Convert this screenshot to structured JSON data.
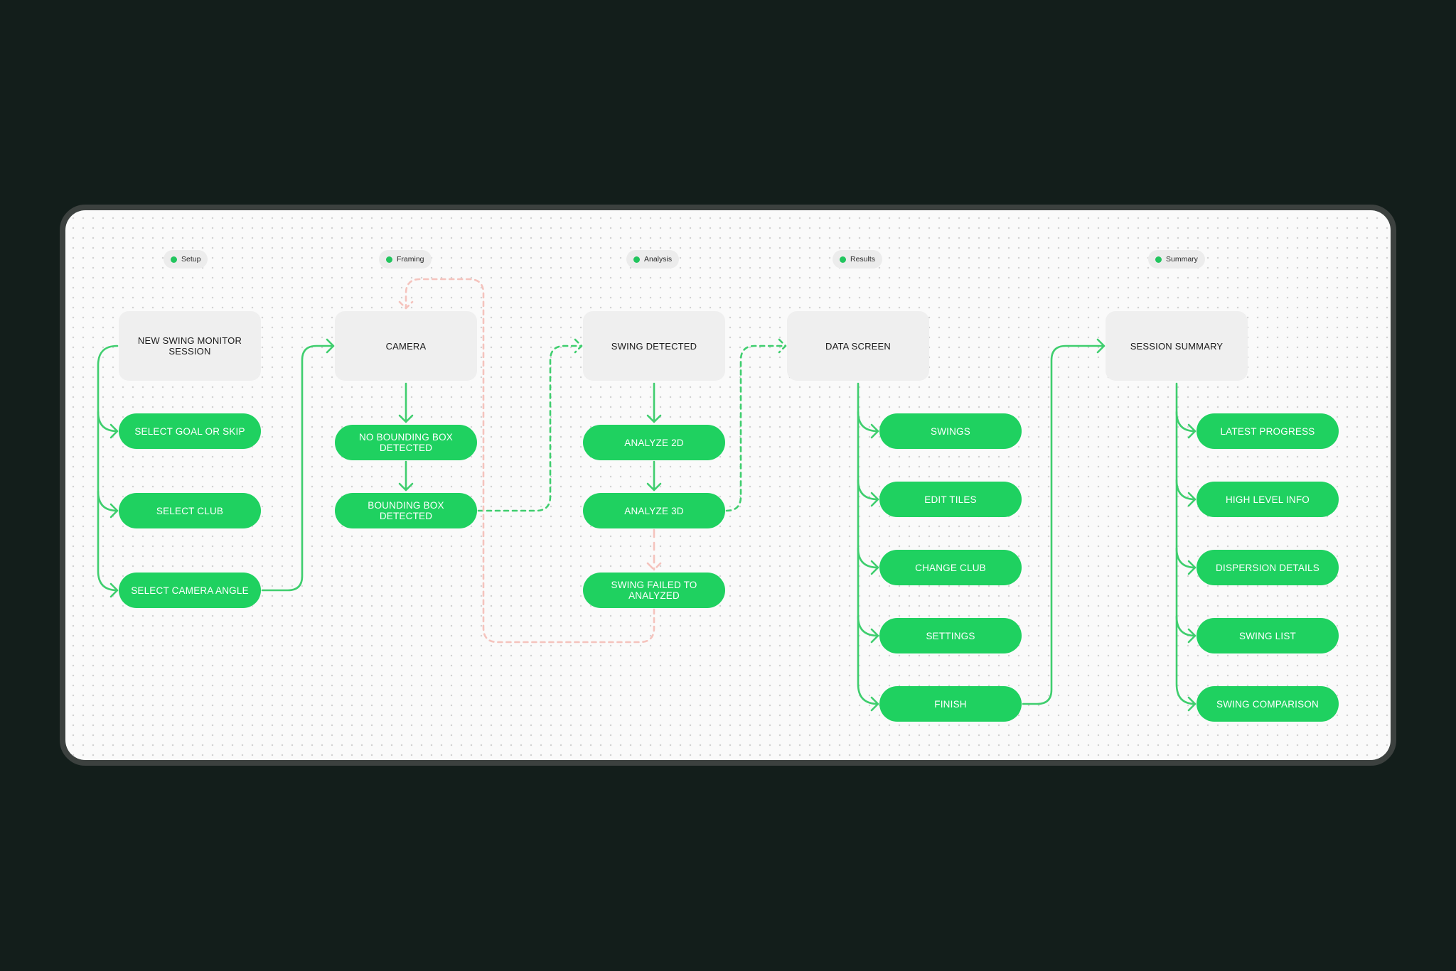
{
  "stages": [
    {
      "label": "Setup"
    },
    {
      "label": "Framing"
    },
    {
      "label": "Analysis"
    },
    {
      "label": "Results"
    },
    {
      "label": "Summary"
    }
  ],
  "setup": {
    "title": "NEW SWING MONITOR\nSESSION",
    "steps": [
      "SELECT GOAL OR SKIP",
      "SELECT CLUB",
      "SELECT CAMERA ANGLE"
    ]
  },
  "framing": {
    "title": "CAMERA",
    "steps": [
      "NO BOUNDING BOX\nDETECTED",
      "BOUNDING BOX\nDETECTED"
    ]
  },
  "analysis": {
    "title": "SWING DETECTED",
    "steps": [
      "ANALYZE 2D",
      "ANALYZE 3D",
      "SWING FAILED TO\nANALYZED"
    ]
  },
  "results": {
    "title": "DATA SCREEN",
    "steps": [
      "SWINGS",
      "EDIT TILES",
      "CHANGE CLUB",
      "SETTINGS",
      "FINISH"
    ]
  },
  "summary": {
    "title": "SESSION SUMMARY",
    "steps": [
      "LATEST PROGRESS",
      "HIGH LEVEL INFO",
      "DISPERSION DETAILS",
      "SWING LIST",
      "SWING COMPARISON"
    ]
  },
  "colors": {
    "flow": "#3fce6e",
    "retry": "#f5c3bd",
    "pill": "#1fd160",
    "box": "#efefef",
    "stage_dot": "#22c55e"
  }
}
